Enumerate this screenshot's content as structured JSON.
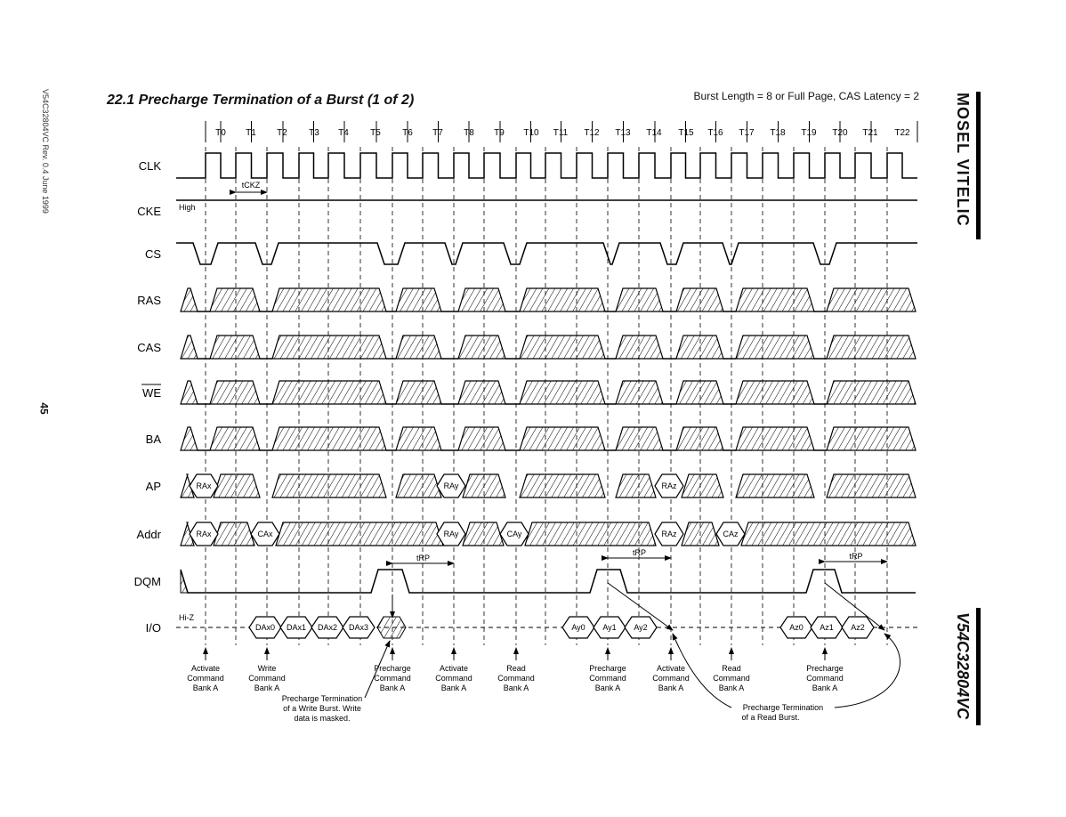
{
  "side_text": "V54C32804VC  Rev. 0.4  June 1999",
  "page_number": "45",
  "title": "22.1 Precharge Termination of a Burst (1 of 2)",
  "subtitle": "Burst Length = 8 or Full Page, CAS Latency = 2",
  "brand": "MOSEL VITELIC",
  "part_number": "V54C32804VC",
  "clock_labels": [
    "T0",
    "T1",
    "T2",
    "T3",
    "T4",
    "T5",
    "T6",
    "T7",
    "T8",
    "T9",
    "T10",
    "T11",
    "T12",
    "T13",
    "T14",
    "T15",
    "T16",
    "T17",
    "T18",
    "T19",
    "T20",
    "T21",
    "T22"
  ],
  "signals": [
    "CLK",
    "CKE",
    "CS",
    "RAS",
    "CAS",
    "WE",
    "BA",
    "AP",
    "Addr",
    "DQM",
    "I/O"
  ],
  "cke_level": "High",
  "io_idle": "Hi-Z",
  "timing": {
    "tckz": "tCKZ",
    "trp": "tRP"
  },
  "ap_values": [
    "RAx",
    "RAy",
    "RAz"
  ],
  "addr_values": [
    "RAx",
    "CAx",
    "RAy",
    "CAy",
    "RAz",
    "CAz"
  ],
  "io_values": [
    "DAx0",
    "DAx1",
    "DAx2",
    "DAx3",
    "Ay0",
    "Ay1",
    "Ay2",
    "Az0",
    "Az1",
    "Az2"
  ],
  "commands": [
    {
      "l1": "Activate",
      "l2": "Command",
      "l3": "Bank A"
    },
    {
      "l1": "Write",
      "l2": "Command",
      "l3": "Bank A"
    },
    {
      "l1": "Precharge",
      "l2": "Command",
      "l3": "Bank A"
    },
    {
      "l1": "Activate",
      "l2": "Command",
      "l3": "Bank A"
    },
    {
      "l1": "Read",
      "l2": "Command",
      "l3": "Bank A"
    },
    {
      "l1": "Precharge",
      "l2": "Command",
      "l3": "Bank A"
    },
    {
      "l1": "Activate",
      "l2": "Command",
      "l3": "Bank A"
    },
    {
      "l1": "Read",
      "l2": "Command",
      "l3": "Bank A"
    },
    {
      "l1": "Precharge",
      "l2": "Command",
      "l3": "Bank A"
    }
  ],
  "notes": {
    "write_term": [
      "Precharge Termination",
      "of a Write Burst. Write",
      "data is masked."
    ],
    "read_term": [
      "Precharge Termination",
      "of a Read Burst."
    ]
  }
}
